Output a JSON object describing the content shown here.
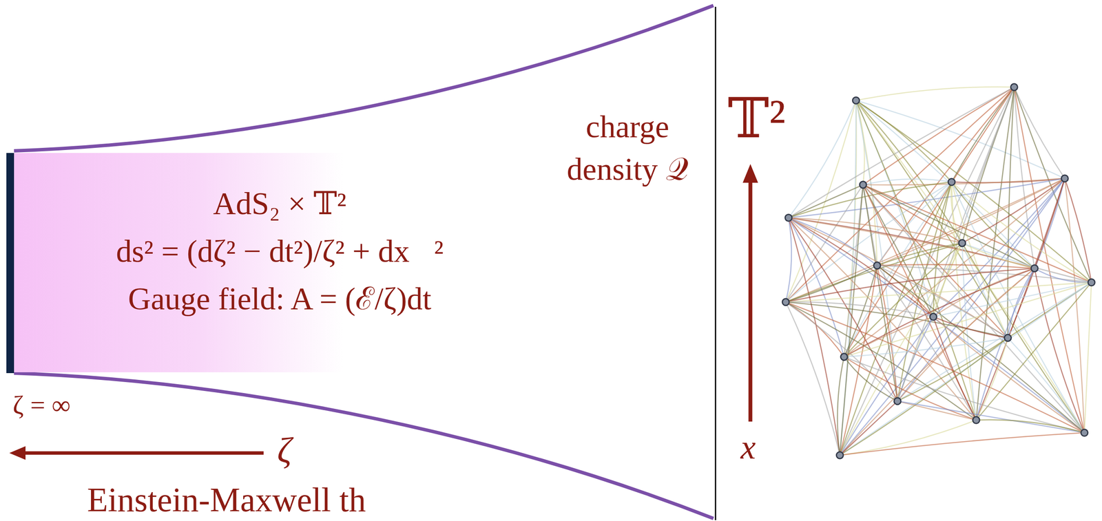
{
  "diagram": {
    "nodes": [
      {
        "text": [
          "AdS₂ × 𝕋²",
          "ds² = (dζ² − dt²)/ζ² + dx⃗²",
          "Gauge field: A = (ℰ/ζ)dt"
        ]
      }
    ],
    "edges": [],
    "labels": [
      "ζ = ∞",
      "ζ",
      "charge density 𝒬",
      "𝕋²",
      "x⃗",
      "Einstein-Maxwell th"
    ]
  }
}
